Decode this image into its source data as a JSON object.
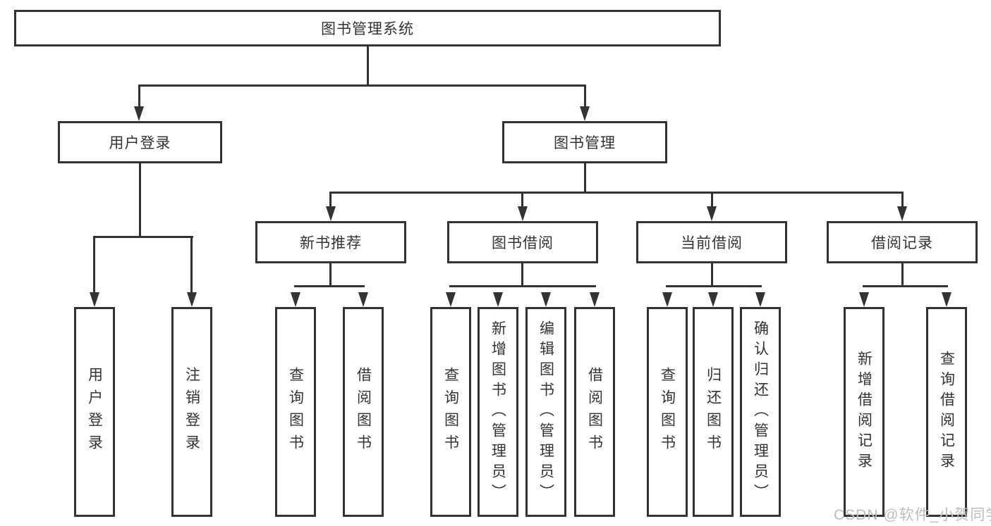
{
  "diagram": {
    "title": "图书管理系统",
    "tree": {
      "label": "图书管理系统",
      "children": [
        {
          "label": "用户登录",
          "children": [
            {
              "label": "用户登录"
            },
            {
              "label": "注销登录"
            }
          ]
        },
        {
          "label": "图书管理",
          "children": [
            {
              "label": "新书推荐",
              "children": [
                {
                  "label": "查询图书"
                },
                {
                  "label": "借阅图书"
                }
              ]
            },
            {
              "label": "图书借阅",
              "children": [
                {
                  "label": "查询图书"
                },
                {
                  "label": "新增图书（管理员）"
                },
                {
                  "label": "编辑图书（管理员）"
                },
                {
                  "label": "借阅图书"
                }
              ]
            },
            {
              "label": "当前借阅",
              "children": [
                {
                  "label": "查询图书"
                },
                {
                  "label": "归还图书"
                },
                {
                  "label": "确认归还（管理员）"
                }
              ]
            },
            {
              "label": "借阅记录",
              "children": [
                {
                  "label": "新增借阅记录"
                },
                {
                  "label": "查询借阅记录"
                }
              ]
            }
          ]
        }
      ]
    }
  },
  "watermark": {
    "text": "CSDN @软件_小贺同学"
  },
  "colors": {
    "line": "#333333",
    "text": "#333333",
    "node_fill": "#ffffff",
    "background": "#ffffff",
    "watermark": "#bdbdbd"
  }
}
